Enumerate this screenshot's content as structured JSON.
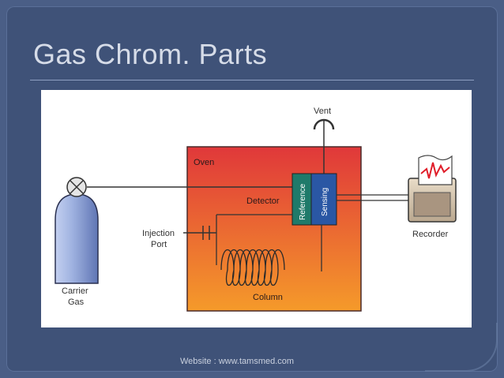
{
  "slide": {
    "title": "Gas Chrom. Parts",
    "footer": "Website : www.tamsmed.com"
  },
  "diagram": {
    "labels": {
      "vent": "Vent",
      "oven": "Oven",
      "detector": "Detector",
      "reference": "Reference",
      "sensing": "Sensing",
      "recorder": "Recorder",
      "injection_port_line1": "Injection",
      "injection_port_line2": "Port",
      "carrier_gas_line1": "Carrier",
      "carrier_gas_line2": "Gas",
      "column": "Column"
    },
    "colors": {
      "oven_top": "#e0383a",
      "oven_bottom": "#f59a2a",
      "detector_reference": "#1f7a6a",
      "detector_sensing": "#2a57a4",
      "cylinder": "#8ea4d6",
      "recorder_trace": "#e01e2a"
    }
  }
}
